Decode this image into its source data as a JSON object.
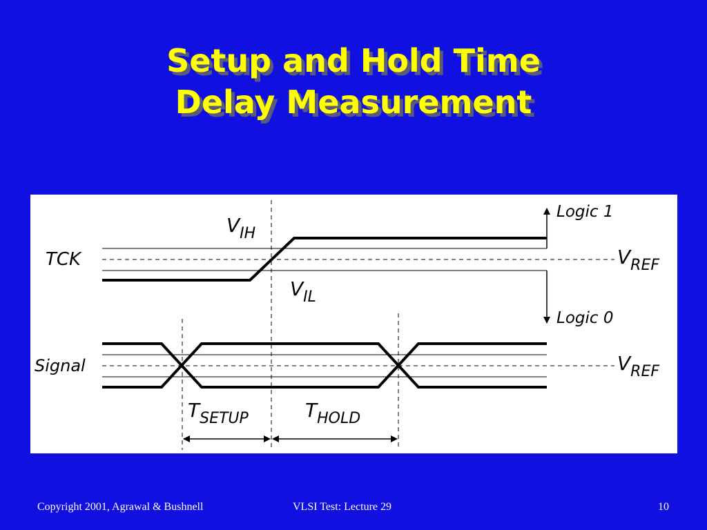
{
  "slide": {
    "title_line1": "Setup and Hold Time",
    "title_line2": "Delay Measurement",
    "title_color": "#ffff00",
    "background_color": "#1010e0"
  },
  "diagram": {
    "tck_label": "TCK",
    "signal_label": "Signal",
    "vih": {
      "main": "V",
      "sub": "IH"
    },
    "vil": {
      "main": "V",
      "sub": "IL"
    },
    "vref_top": {
      "main": "V",
      "sub": "REF"
    },
    "vref_bottom": {
      "main": "V",
      "sub": "REF"
    },
    "logic1": "Logic 1",
    "logic0": "Logic 0",
    "tsetup": {
      "main": "T",
      "sub": "SETUP"
    },
    "thold": {
      "main": "T",
      "sub": "HOLD"
    }
  },
  "footer": {
    "copyright": "Copyright 2001, Agrawal & Bushnell",
    "lecture": "VLSI Test: Lecture 29",
    "page_number": "10"
  }
}
